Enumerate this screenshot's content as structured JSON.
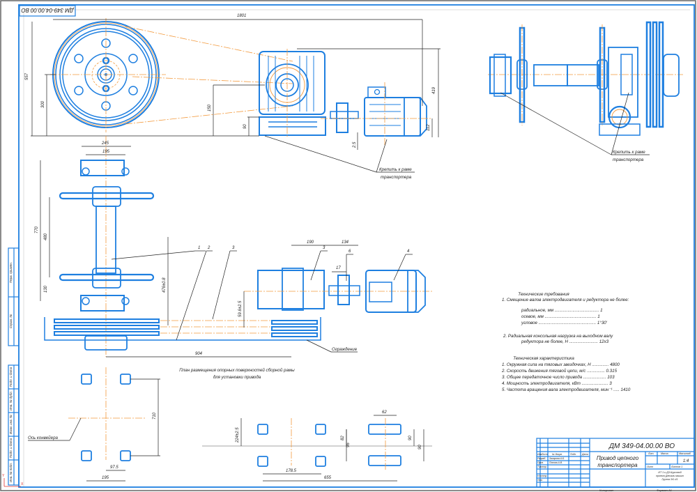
{
  "drawing": {
    "designation": "ДМ 349-04.00.00 ВО",
    "designation_rotated": "ДМ 349-04.00.00 ВО",
    "title_line1": "Привод цепного",
    "title_line2": "транспортера",
    "scale": "1:4",
    "sheet": "Лист",
    "sheets": "Листов 1",
    "org_line1": "ИТ 1 и ДЗ-Курсовой",
    "org_line2": "проект Детали машин",
    "org_line3": "Группа ЭО-41",
    "copied": "Копировал",
    "format": "Формат A1",
    "stamp_cols": [
      "Изм",
      "Лист",
      "№ докум.",
      "Подп.",
      "Дата"
    ],
    "stamp_rows": [
      "Разраб.",
      "Пров.",
      "Т.контр.",
      "",
      "Н.контр.",
      "Утв."
    ],
    "developer": "Захарова А.Б.",
    "checker": "Попова А.В.",
    "stamp_heads": [
      "Лит.",
      "Масса",
      "Масштаб"
    ]
  },
  "side_stamp": [
    "Перв. примен.",
    "Справ. №",
    "Подп. и дата",
    "Инв. № дубл.",
    "Взам. инв. №",
    "Подп. и дата",
    "Инв. № подл."
  ],
  "dimensions": {
    "top_overall": "1801",
    "left_height": "557",
    "pulley_center": "300",
    "reducer_axis": "150",
    "reducer_base": "90",
    "motor_height": "419",
    "motor_axis": "112",
    "shim": "2.5",
    "plan_245": "245",
    "plan_195": "195",
    "plan_770": "770",
    "plan_480": "480",
    "plan_130": "130",
    "plan_476": "476±0.8",
    "plan_904": "904",
    "reducer_190": "190",
    "motor_134": "134",
    "coupling_17": "17",
    "offset_59": "59.6±2.5",
    "base_710": "710",
    "base_97_5": "97.5",
    "base_195": "195",
    "base_178": "178.5",
    "base_655": "655",
    "base_224": "224±2.5",
    "base_62": "62",
    "base_82": "82",
    "base_90": "90",
    "base_96": "96"
  },
  "labels": {
    "attach_frame_1": "Крепить к раме",
    "attach_frame_2": "транспортера",
    "guard": "Ограждение",
    "conveyor_axis": "Ось конвейера",
    "plan_caption_1": "План размещения опорных поверхностей сборной рамы",
    "plan_caption_2": "для установки привода",
    "callouts": [
      "1",
      "2",
      "3",
      "3",
      "6",
      "4"
    ]
  },
  "tech_requirements": {
    "title": "Технические требования",
    "item1": "1. Смещение валов электродвигателя и редуктора не более:",
    "radial": "радиальное, мм ..................................... 1",
    "axial": "осевое, мм ........................................... 1",
    "angular": "угловое ................................................ 1°30'",
    "item2a": "2. Радиальная консольная нагрузка на выходном валу",
    "item2b": "редуктора не более, Н ........................ 12х3"
  },
  "tech_specs": {
    "title": "Техническая характеристика",
    "items": [
      "1. Окружная сила на тяговых звездочках, Н .............. 4800",
      "2. Скорость движения тяговой цепи, м/с ............... 0.315",
      "3. Общее передаточное число привода ................... 103",
      "4. Мощность электродвигателя, кВт ...................... 3",
      "5. Частота вращения вала электродвигателя, мин⁻¹ ..... 1410"
    ]
  },
  "colors": {
    "outline": "#1e7fe0",
    "axis": "#f39a3d",
    "dimension": "#222222",
    "frame": "#555555"
  }
}
